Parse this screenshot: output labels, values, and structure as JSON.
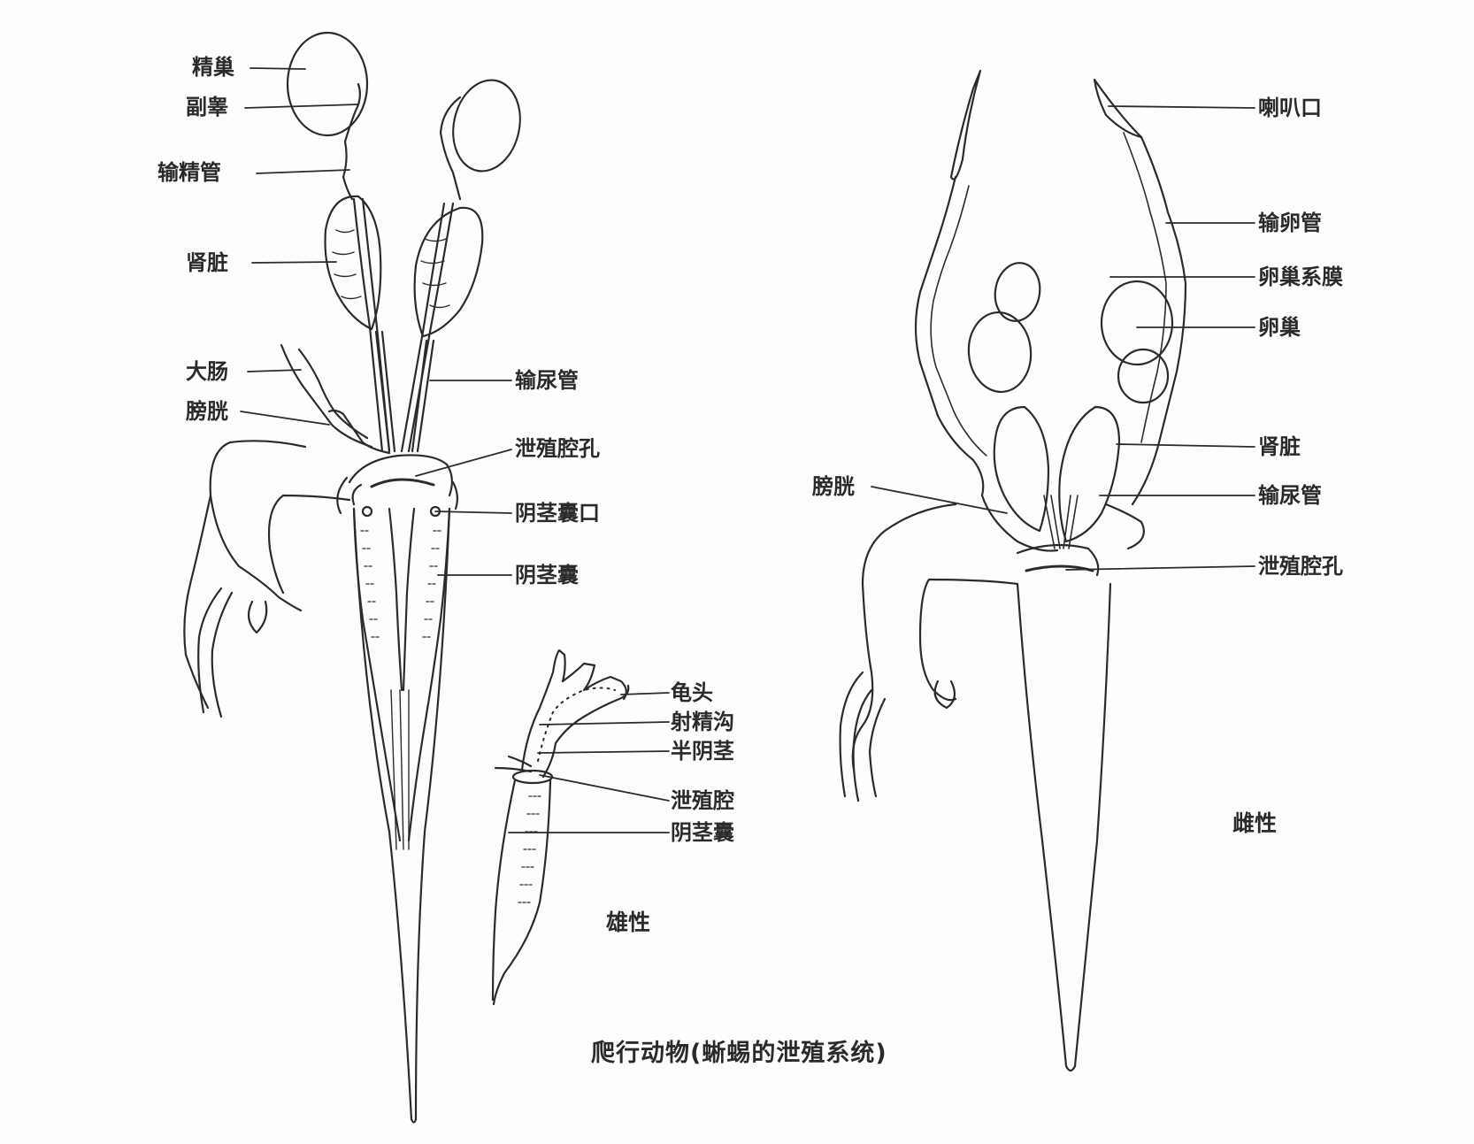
{
  "caption": "爬行动物(蜥蜴的泄殖系统)",
  "male": {
    "sex_label": "雄性",
    "labels": [
      {
        "key": "testis",
        "text": "精巢"
      },
      {
        "key": "epididymis",
        "text": "副睾"
      },
      {
        "key": "vas_deferens",
        "text": "输精管"
      },
      {
        "key": "kidney",
        "text": "肾脏"
      },
      {
        "key": "large_intestine",
        "text": "大肠"
      },
      {
        "key": "bladder",
        "text": "膀胱"
      },
      {
        "key": "ureter",
        "text": "输尿管"
      },
      {
        "key": "cloacal_opening",
        "text": "泄殖腔孔"
      },
      {
        "key": "hemipenis_sac_opening",
        "text": "阴茎囊口"
      },
      {
        "key": "hemipenis_sac",
        "text": "阴茎囊"
      }
    ],
    "inset_labels": [
      {
        "key": "glans",
        "text": "龟头"
      },
      {
        "key": "sperm_groove",
        "text": "射精沟"
      },
      {
        "key": "hemipenis",
        "text": "半阴茎"
      },
      {
        "key": "cloaca",
        "text": "泄殖腔"
      },
      {
        "key": "hemipenis_sac",
        "text": "阴茎囊"
      }
    ]
  },
  "female": {
    "sex_label": "雌性",
    "labels": [
      {
        "key": "infundibulum",
        "text": "喇叭口"
      },
      {
        "key": "oviduct",
        "text": "输卵管"
      },
      {
        "key": "mesovarium",
        "text": "卵巢系膜"
      },
      {
        "key": "ovary",
        "text": "卵巢"
      },
      {
        "key": "kidney",
        "text": "肾脏"
      },
      {
        "key": "bladder",
        "text": "膀胱"
      },
      {
        "key": "ureter",
        "text": "输尿管"
      },
      {
        "key": "cloacal_opening",
        "text": "泄殖腔孔"
      }
    ]
  }
}
